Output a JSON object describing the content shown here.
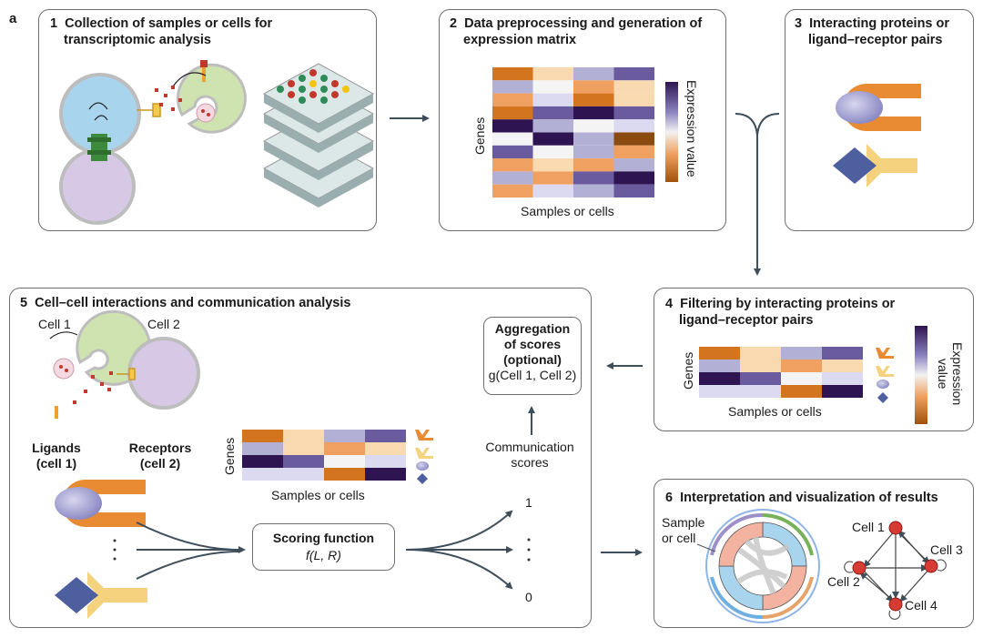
{
  "figure_letter": "a",
  "panels": {
    "p1": {
      "number": "1",
      "title_line1": "Collection of samples or cells for",
      "title_line2": "transcriptomic analysis"
    },
    "p2": {
      "number": "2",
      "title_line1": "Data preprocessing and generation of",
      "title_line2": "expression matrix",
      "ylabel": "Genes",
      "xlabel": "Samples or cells",
      "colorbar_label": "Expression value"
    },
    "p3": {
      "number": "3",
      "title_line1": "Interacting proteins or",
      "title_line2": "ligand–receptor pairs"
    },
    "p4": {
      "number": "4",
      "title_line1": "Filtering by interacting proteins or",
      "title_line2": "ligand–receptor pairs",
      "ylabel": "Genes",
      "xlabel": "Samples or cells",
      "colorbar_line1": "Expression",
      "colorbar_line2": "value"
    },
    "p5": {
      "number": "5",
      "title": "Cell–cell interactions and communication analysis",
      "cell1": "Cell 1",
      "cell2": "Cell 2",
      "ligands_line1": "Ligands",
      "ligands_line2": "(cell 1)",
      "receptors_line1": "Receptors",
      "receptors_line2": "(cell 2)",
      "ylabel": "Genes",
      "xlabel": "Samples or cells",
      "comm_line1": "Communication",
      "comm_line2": "scores",
      "agg_line1": "Aggregation",
      "agg_line2": "of scores",
      "agg_line3": "(optional)",
      "agg_func": "g(Cell 1, Cell 2)",
      "scoring_title": "Scoring function",
      "scoring_func": "f(L, R)",
      "score_top": "1",
      "score_bottom": "0"
    },
    "p6": {
      "number": "6",
      "title": "Interpretation and visualization of results",
      "sample_line1": "Sample",
      "sample_line2": "or cell",
      "nodes": [
        "Cell 1",
        "Cell 2",
        "Cell 3",
        "Cell 4"
      ]
    }
  },
  "colors": {
    "dark_purple": "#2e1450",
    "purple": "#6a5a9e",
    "lavender": "#b3b0d6",
    "pale_lav": "#dcdaf0",
    "white": "#f4f4f4",
    "pale_orange": "#f9d9b0",
    "orange": "#f0a060",
    "dark_orange": "#d3741e",
    "brown": "#8a4a10",
    "cell_blue": "#a9d4ee",
    "cell_green": "#cfe3b0",
    "cell_purple": "#d7c9e6",
    "receptor_orange": "#e98b32",
    "receptor_yellow": "#f5d27e",
    "arrow": "#3e4f5b"
  },
  "heatmap_main": [
    [
      "dark_orange",
      "pale_orange",
      "lavender",
      "purple"
    ],
    [
      "lavender",
      "white",
      "orange",
      "pale_orange"
    ],
    [
      "orange",
      "pale_lav",
      "dark_orange",
      "pale_orange"
    ],
    [
      "dark_orange",
      "purple",
      "dark_purple",
      "purple"
    ],
    [
      "dark_purple",
      "lavender",
      "white",
      "pale_lav"
    ],
    [
      "white",
      "dark_purple",
      "lavender",
      "brown"
    ],
    [
      "purple",
      "white",
      "lavender",
      "orange"
    ],
    [
      "orange",
      "pale_orange",
      "orange",
      "lavender"
    ],
    [
      "lavender",
      "orange",
      "purple",
      "dark_purple"
    ],
    [
      "orange",
      "pale_lav",
      "lavender",
      "purple"
    ]
  ],
  "heatmap_small": [
    [
      "dark_orange",
      "pale_orange",
      "lavender",
      "purple"
    ],
    [
      "lavender",
      "pale_orange",
      "orange",
      "pale_orange"
    ],
    [
      "dark_purple",
      "purple",
      "white",
      "pale_lav"
    ],
    [
      "pale_lav",
      "pale_lav",
      "dark_orange",
      "dark_purple"
    ]
  ]
}
